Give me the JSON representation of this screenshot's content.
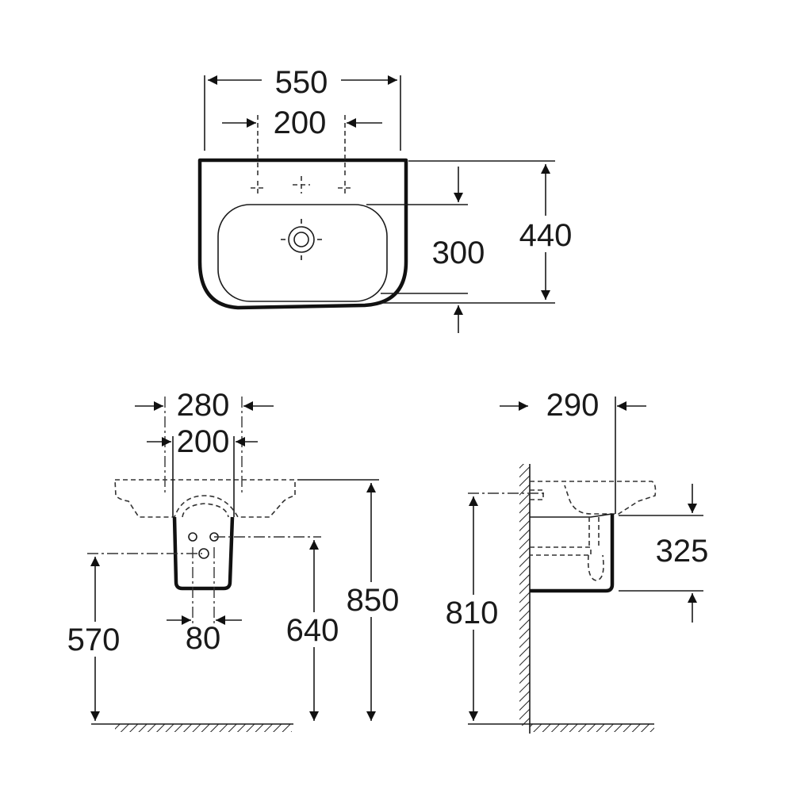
{
  "top_view": {
    "width_overall": "550",
    "tap_spacing": "200",
    "depth_overall": "440",
    "bowl_depth": "300"
  },
  "front_view": {
    "width_pedestal_outer": "280",
    "tap_spacing": "200",
    "pedestal_offset": "80",
    "height_drain": "570",
    "height_pedestal": "640",
    "height_rim": "850"
  },
  "side_view": {
    "projection": "290",
    "height_trap": "810",
    "pedestal_height": "325"
  }
}
